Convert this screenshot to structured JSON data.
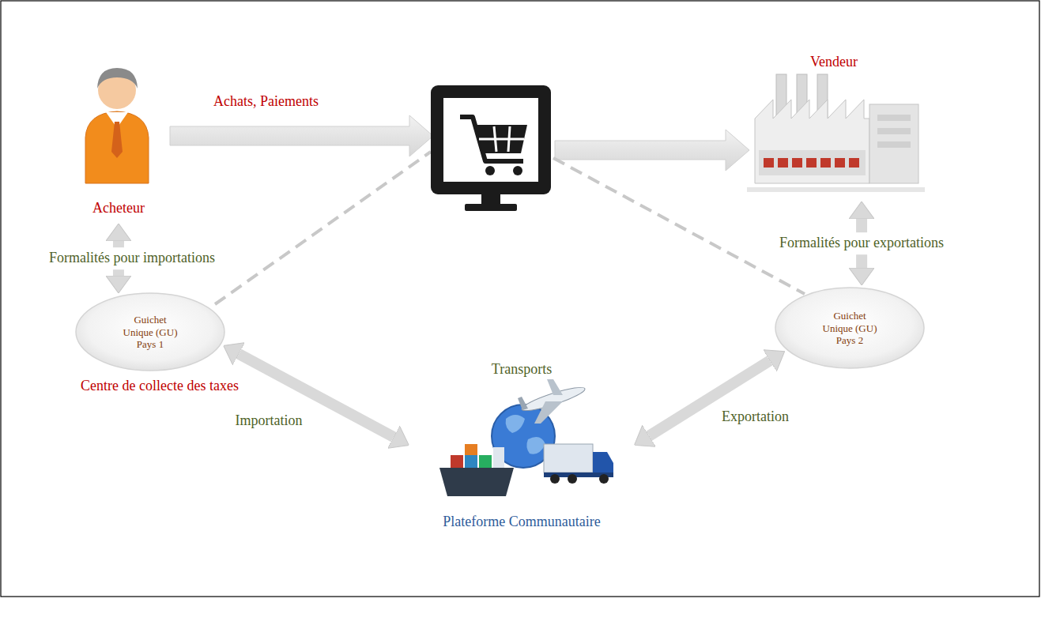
{
  "diagram": {
    "nodes": [
      {
        "text": [
          "Acheteur"
        ]
      },
      {
        "text": [
          "Vendeur"
        ]
      },
      {
        "text": [
          "Guichet Unique (GU) Pays 1",
          "Centre de collecte des taxes"
        ]
      },
      {
        "text": [
          "Guichet Unique (GU) Pays 2"
        ]
      },
      {
        "text": [
          "Transports",
          "Plateforme Communautaire"
        ]
      }
    ],
    "edges": [
      {
        "from": 0,
        "to": 2,
        "arrow": "both",
        "label": "Formalités pour importations"
      },
      {
        "from": 1,
        "to": 3,
        "arrow": "both",
        "label": "Formalités pour exportations"
      },
      {
        "from": 2,
        "to": 4,
        "arrow": "both",
        "label": "Importation"
      },
      {
        "from": 3,
        "to": 4,
        "arrow": "both",
        "label": "Exportation"
      }
    ],
    "labels": [
      "Achats, Paiements"
    ]
  }
}
